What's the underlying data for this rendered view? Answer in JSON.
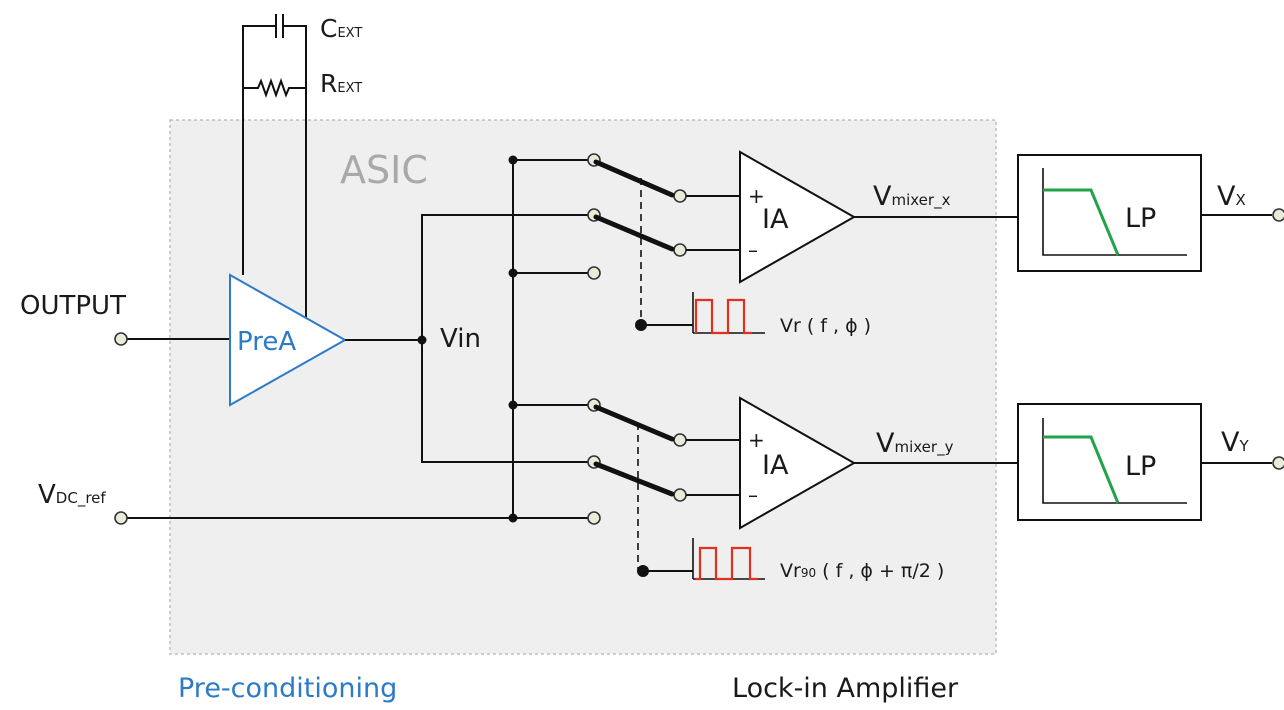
{
  "diagram": {
    "section_pre": "Pre-conditioning",
    "section_lockin": "Lock-in Amplifier",
    "asic_label": "ASIC",
    "output_label": "OUTPUT",
    "vdc_main": "V",
    "vdc_sub": "DC_ref",
    "cext_main": "C",
    "cext_sub": "EXT",
    "rext_main": "R",
    "rext_sub": "EXT",
    "prea_label": "PreA",
    "vin_label": "Vin",
    "ia_label": "IA",
    "plus_sign": "+",
    "minus_sign": "–",
    "vmix_x_main": "V",
    "vmix_x_sub": "mixer_x",
    "vmix_y_main": "V",
    "vmix_y_sub": "mixer_y",
    "lp_label": "LP",
    "vx_main": "V",
    "vx_sub": "X",
    "vy_main": "V",
    "vy_sub": "Y",
    "vr_label": "Vr ( f , ϕ )",
    "vr90_main": "Vr",
    "vr90_sub": "90",
    "vr90_rest": " ( f , ϕ + π/2 )",
    "colors": {
      "prea_blue": "#2b7bc8",
      "lp_green": "#22a34a",
      "square_red": "#e0301e",
      "asic_bg": "#efefef",
      "asic_text": "#a9a9a9",
      "terminal_fill": "#e8ecd8"
    }
  }
}
